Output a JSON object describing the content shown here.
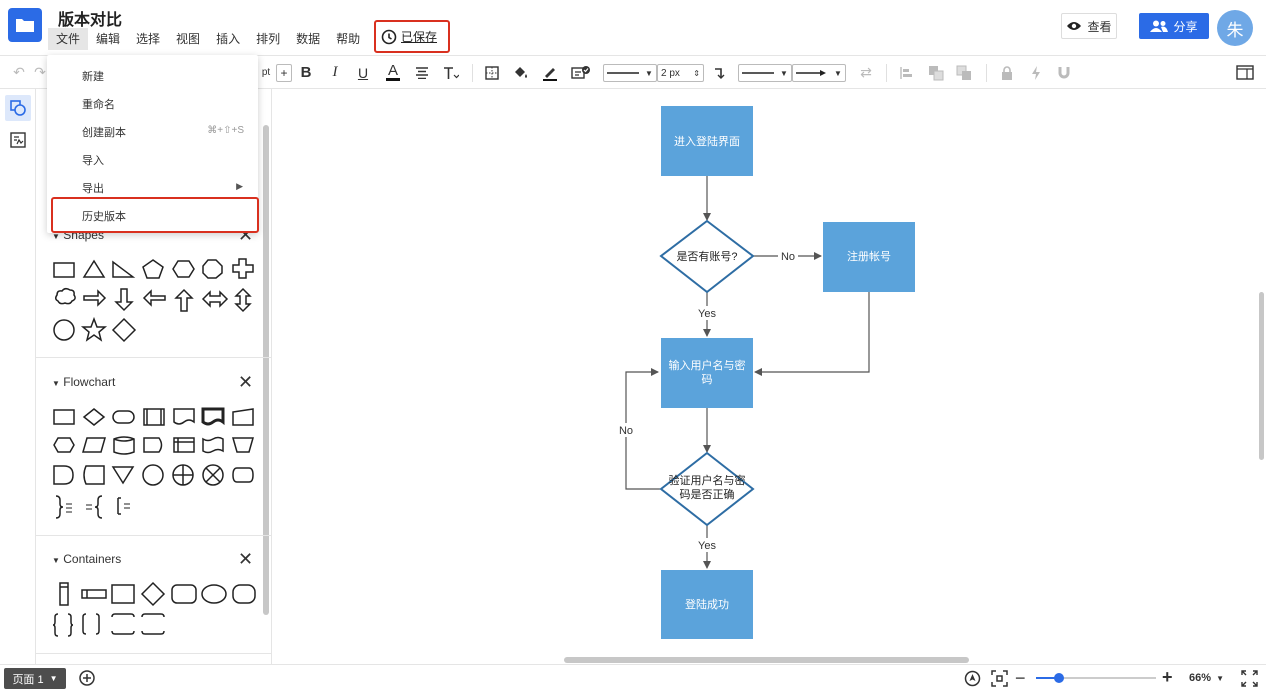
{
  "app": {
    "title": "版本对比"
  },
  "menu": [
    "文件",
    "编辑",
    "选择",
    "视图",
    "插入",
    "排列",
    "数据",
    "帮助"
  ],
  "saved_label": "已保存",
  "header": {
    "view_label": "查看",
    "share_label": "分享",
    "avatar_text": "朱"
  },
  "toolbar": {
    "pt_label": "pt",
    "plus_label": "+",
    "bold": "B",
    "italic": "I",
    "underline": "U",
    "font_color": "A",
    "line_width": "2 px"
  },
  "file_menu": {
    "items": [
      "新建",
      "重命名",
      "创建副本",
      "导入",
      "导出",
      "历史版本"
    ],
    "copy_shortcut": "⌘+⇧+S"
  },
  "panel": {
    "sections": [
      {
        "title": "Shapes"
      },
      {
        "title": "Flowchart"
      },
      {
        "title": "Containers"
      }
    ]
  },
  "diagram": {
    "nodes": {
      "enter": "进入登陆界面",
      "has_account": "是否有账号?",
      "register": "注册帐号",
      "input_line1": "输入用户名与密",
      "input_line2": "码",
      "verify_line1": "验证用户名与密",
      "verify_line2": "码是否正确",
      "success": "登陆成功"
    },
    "labels": {
      "no": "No",
      "yes": "Yes"
    },
    "colors": {
      "box_fill": "#5ba3db",
      "diamond_stroke": "#2e6da4",
      "arrow": "#555555"
    }
  },
  "bottom": {
    "page_label": "页面 1",
    "zoom": "66%"
  }
}
